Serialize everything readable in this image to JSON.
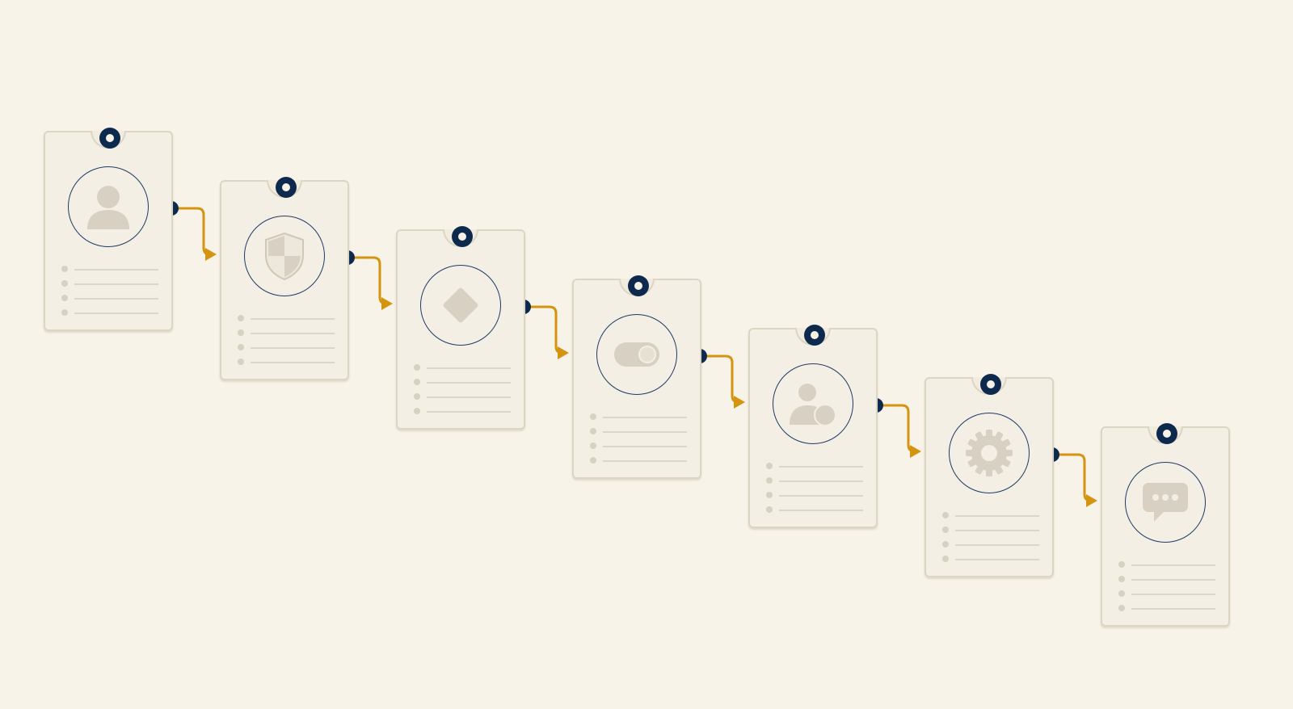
{
  "colors": {
    "background": "#f8f3e8",
    "card": "#f4efe4",
    "card_border": "#ddd5c4",
    "pin_navy": "#0d2a4e",
    "connector_gold": "#d4940f",
    "icon_gray": "#d8d1c3"
  },
  "cards": [
    {
      "icon": "user-icon",
      "bullet_count": 4
    },
    {
      "icon": "shield-icon",
      "bullet_count": 4
    },
    {
      "icon": "diamond-icon",
      "bullet_count": 4
    },
    {
      "icon": "toggle-icon",
      "bullet_count": 4
    },
    {
      "icon": "user-group-icon",
      "bullet_count": 4
    },
    {
      "icon": "gear-icon",
      "bullet_count": 4
    },
    {
      "icon": "chat-bubble-icon",
      "bullet_count": 4
    }
  ],
  "connectors": [
    {
      "from": 0,
      "to": 1
    },
    {
      "from": 1,
      "to": 2
    },
    {
      "from": 2,
      "to": 3
    },
    {
      "from": 3,
      "to": 4
    },
    {
      "from": 4,
      "to": 5
    },
    {
      "from": 5,
      "to": 6
    }
  ]
}
